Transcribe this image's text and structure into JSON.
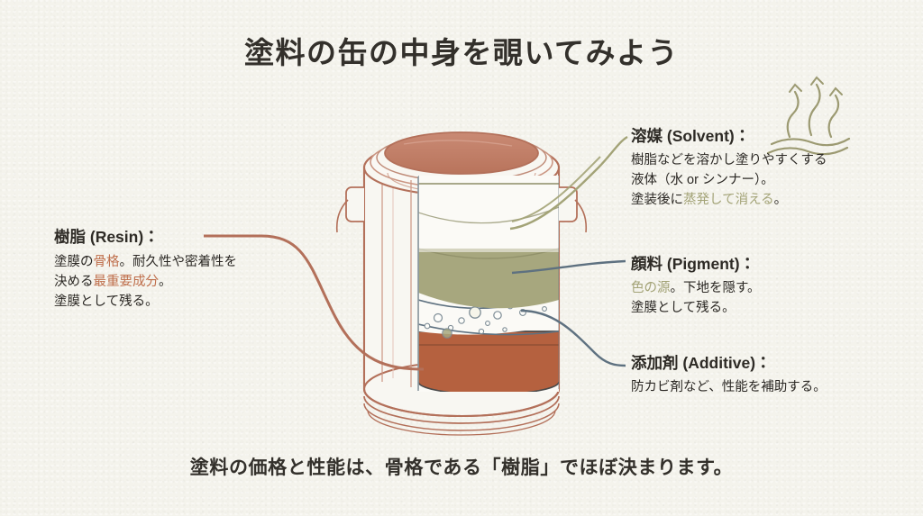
{
  "page": {
    "title": "塗料の缶の中身を覗いてみよう",
    "caption": "塗料の価格と性能は、骨格である「樹脂」でほぼ決まります。",
    "background_color": "#f4f3ec",
    "text_color": "#33302b"
  },
  "colors": {
    "terracotta": "#b5613f",
    "terracotta_line": "#b3705a",
    "olive": "#a3a377",
    "olive_layer": "#a7a77e",
    "slate": "#5e7180",
    "ink": "#2e2b26",
    "lid": "#c1806a",
    "can_body": "#f7f6f1"
  },
  "callouts": {
    "resin": {
      "heading": "樹脂 (Resin)：",
      "lines": [
        {
          "segments": [
            {
              "text": "塗膜の",
              "style": "plain"
            },
            {
              "text": "骨格",
              "style": "terra"
            },
            {
              "text": "。耐久性や密着性を",
              "style": "plain"
            }
          ]
        },
        {
          "segments": [
            {
              "text": "決める",
              "style": "plain"
            },
            {
              "text": "最重要成分",
              "style": "terra"
            },
            {
              "text": "。",
              "style": "plain"
            }
          ]
        },
        {
          "segments": [
            {
              "text": "塗膜として残る。",
              "style": "plain"
            }
          ]
        }
      ],
      "leader_color": "#b3705a",
      "layer": "resin"
    },
    "solvent": {
      "heading": "溶媒 (Solvent)：",
      "lines": [
        {
          "segments": [
            {
              "text": "樹脂などを溶かし塗りやすくする",
              "style": "plain"
            }
          ]
        },
        {
          "segments": [
            {
              "text": "液体（水 or シンナー）。",
              "style": "plain"
            }
          ]
        },
        {
          "segments": [
            {
              "text": "塗装後に",
              "style": "plain"
            },
            {
              "text": "蒸発して消える",
              "style": "olive"
            },
            {
              "text": "。",
              "style": "plain"
            }
          ]
        }
      ],
      "leader_color": "#a3a377",
      "icon": "evaporation-icon",
      "layer": "solvent"
    },
    "pigment": {
      "heading": "顔料 (Pigment)：",
      "lines": [
        {
          "segments": [
            {
              "text": "色の源",
              "style": "olive"
            },
            {
              "text": "。下地を隠す。",
              "style": "plain"
            }
          ]
        },
        {
          "segments": [
            {
              "text": "塗膜として残る。",
              "style": "plain"
            }
          ]
        }
      ],
      "leader_color": "#5e7180",
      "layer": "pigment"
    },
    "additive": {
      "heading": "添加剤 (Additive)：",
      "lines": [
        {
          "segments": [
            {
              "text": "防カビ剤など、性能を補助する。",
              "style": "plain"
            }
          ]
        }
      ],
      "leader_color": "#5e7180",
      "layer": "additive"
    }
  },
  "can": {
    "label": "paint-can-cutaway",
    "lid_color": "#c1806a",
    "layers": [
      {
        "name": "solvent",
        "fill": "transparent",
        "stroke": "#8d8d66",
        "label": "溶媒"
      },
      {
        "name": "pigment",
        "fill": "#a7a77e",
        "stroke": "#5e7180",
        "label": "顔料"
      },
      {
        "name": "additive",
        "fill": "#fbfaf6",
        "stroke": "#5e7180",
        "label": "添加剤",
        "bubbles": 14
      },
      {
        "name": "resin",
        "fill": "#b5613f",
        "stroke": "#4a4a4a",
        "label": "樹脂"
      }
    ]
  }
}
